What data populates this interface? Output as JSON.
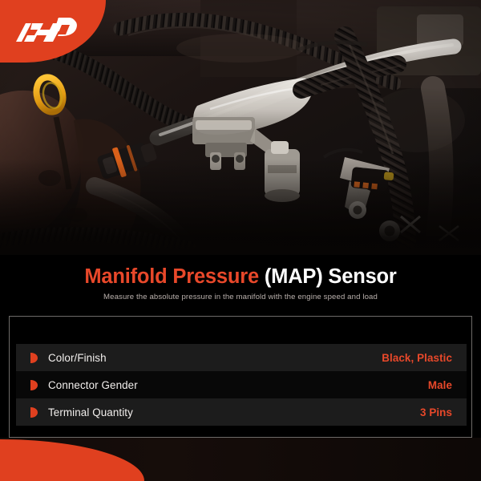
{
  "brand": {
    "logo_icon": "ap-monogram-logo",
    "badge_color": "#e0401f"
  },
  "hero": {
    "image_alt": "engine-bay-photo",
    "image_caption": "Close-up photograph of an engine bay showing braided wiring harnesses, vacuum hoses, a metal fuel rail, black electrical connectors and a yellow oil dipstick handle"
  },
  "title": {
    "part_red": "Manifold Pressure",
    "part_white": "(MAP) Sensor",
    "red_color": "#e8482a",
    "white_color": "#ffffff"
  },
  "subtitle": {
    "text": "Measure the absolute pressure in the manifold with the engine speed and load"
  },
  "specs": {
    "rows": [
      {
        "label": "Color/Finish",
        "value": "Black, Plastic",
        "bullet_icon": "half-circle-bullet-icon"
      },
      {
        "label": "Connector Gender",
        "value": "Male",
        "bullet_icon": "half-circle-bullet-icon"
      },
      {
        "label": "Terminal Quantity",
        "value": "3 Pins",
        "bullet_icon": "half-circle-bullet-icon"
      }
    ]
  },
  "decor": {
    "bottom_shape_color": "#e0401f",
    "panel_border_color": "#6d6a68"
  }
}
